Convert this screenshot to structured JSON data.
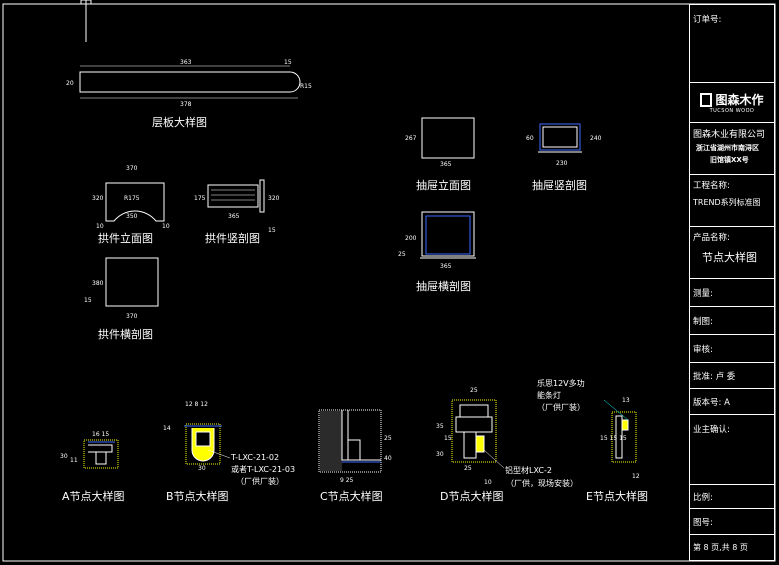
{
  "views": {
    "shelf": "层板大样图",
    "arch_elev": "拱件立面图",
    "arch_vsec": "拱件竖剖图",
    "arch_hsec": "拱件横剖图",
    "drawer_elev": "抽屉立面图",
    "drawer_vsec": "抽屉竖剖图",
    "drawer_hsec": "抽屉横剖图",
    "node_a": "A节点大样图",
    "node_b": "B节点大样图",
    "node_c": "C节点大样图",
    "node_d": "D节点大样图",
    "node_e": "E节点大样图"
  },
  "dims": {
    "shelf_top": "363",
    "shelf_top_r": "15",
    "shelf_left": "20",
    "shelf_bottom": "378",
    "shelf_r": "R15",
    "arch_top": "370",
    "arch_left": "320",
    "arch_r": "R175",
    "arch_in": "350",
    "arch_l": "10",
    "arch_r2": "10",
    "avs_left": "175",
    "avs_bottom": "365",
    "avs_right": "320",
    "avs_br": "15",
    "ahs_left": "380",
    "ahs_lb": "15",
    "ahs_bottom": "370",
    "de_left": "267",
    "de_bottom": "365",
    "dv_left": "60",
    "dv_right": "240",
    "dv_bottom": "230",
    "dh_left": "200",
    "dh_lb": "25",
    "dh_bottom": "365",
    "na_top": "16 15",
    "na_left1": "30",
    "na_left2": "11",
    "nb_top": "12  8  12",
    "nb_left": "14",
    "nb_bottom": "30",
    "nc_right1": "25",
    "nc_right2": "40",
    "nc_bottom": "9 25",
    "nd_top": "25",
    "nd_l1": "35",
    "nd_l2": "15",
    "nd_l3": "30",
    "nd_b1": "25",
    "nd_b2": "10",
    "ne_top": "13",
    "ne_l": "15 15 15",
    "ne_b": "12"
  },
  "notes": {
    "nb_1": "T-LXC-21-02",
    "nb_2": "或者T-LXC-21-03",
    "nb_3": "（厂供厂装）",
    "nd_1": "铝型材LXC-2",
    "nd_2": "（厂供，现场安装）",
    "ne_1": "乐思12V多功",
    "ne_2": "能条灯",
    "ne_3": "（厂供厂装）"
  },
  "titleblock": {
    "order_no": "订单号:",
    "brand_cn": "图森木作",
    "brand_en": "TUCSON WOOD",
    "company": "图森木业有限公司",
    "address1": "浙江省湖州市南浔区",
    "address2": "旧馆镇XX号",
    "project_label": "工程名称:",
    "project_value": "TREND系列标准图",
    "product_label": "产品名称:",
    "product_value": "节点大样图",
    "survey": "测量:",
    "draw": "制图:",
    "review": "审核:",
    "approve": "批准: 卢   委",
    "version": "版本号:   A",
    "owner": "业主确认:",
    "scale": "比例:",
    "drawing_no": "图号:",
    "page": "第 8 页,共 8  页"
  },
  "colors": {
    "line": "#ffffff",
    "blue": "#3b6cff",
    "yellow": "#ffff00",
    "cyan": "#00ffff"
  }
}
